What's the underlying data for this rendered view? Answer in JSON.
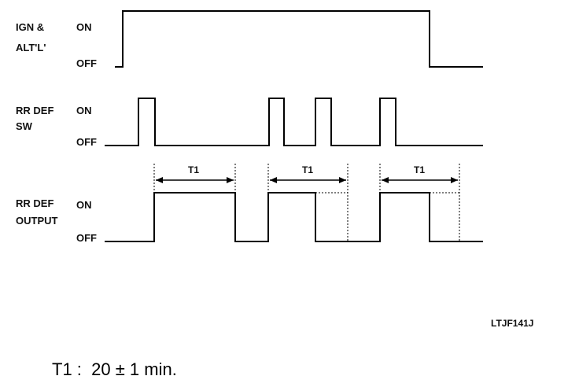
{
  "signals": {
    "ign": {
      "name_line1": "IGN &",
      "name_line2": "ALT'L'",
      "on": "ON",
      "off": "OFF"
    },
    "sw": {
      "name_line1": "RR DEF",
      "name_line2": "SW",
      "on": "ON",
      "off": "OFF"
    },
    "output": {
      "name_line1": "RR DEF",
      "name_line2": "OUTPUT",
      "on": "ON",
      "off": "OFF"
    }
  },
  "interval_label": "T1",
  "figure_code": "LTJF141J",
  "caption": "T1 :  20 ± 1 min."
}
